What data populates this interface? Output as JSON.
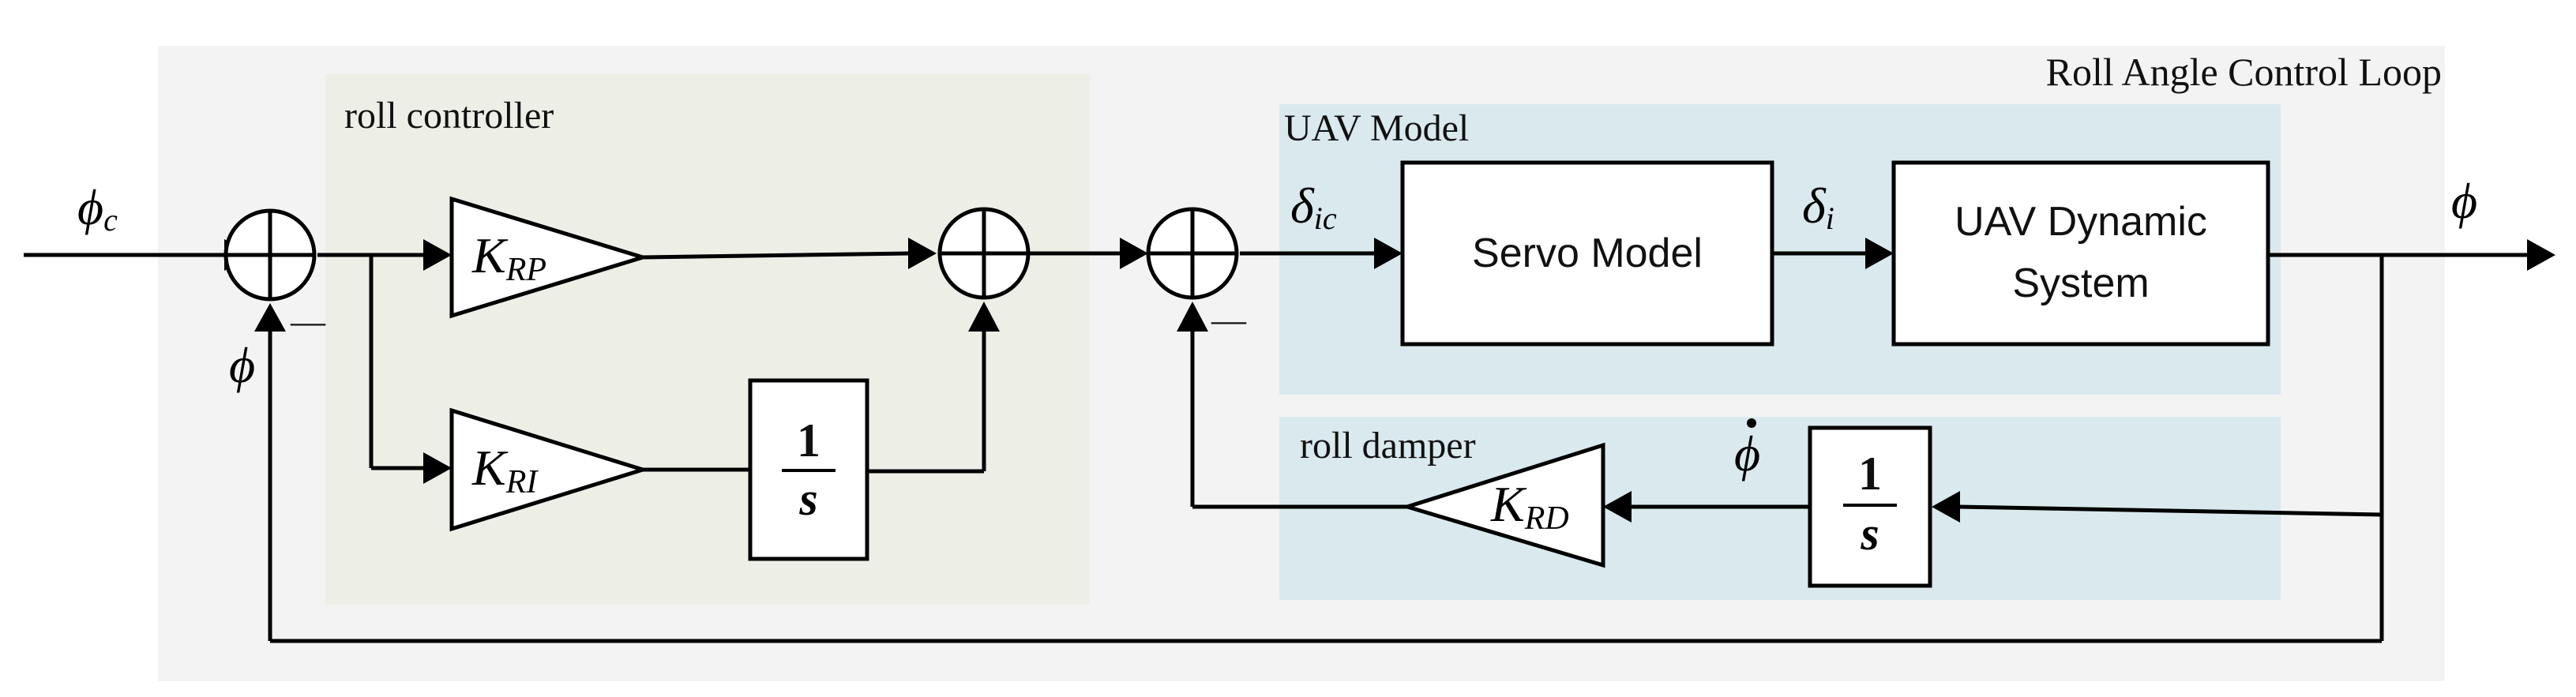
{
  "regions": {
    "outer": "Roll Angle Control Loop",
    "controller": "roll controller",
    "uav_model": "UAV Model",
    "damper": "roll damper"
  },
  "blocks": {
    "servo": "Servo Model",
    "uav_dynamic_line1": "UAV Dynamic",
    "uav_dynamic_line2": "System",
    "integrator_num": "1",
    "integrator_den": "s"
  },
  "gains": {
    "krp_base": "K",
    "krp_sub": "RP",
    "kri_base": "K",
    "kri_sub": "RI",
    "krd_base": "K",
    "krd_sub": "RD"
  },
  "signals": {
    "phi_c_base": "ϕ",
    "phi_c_sub": "c",
    "phi_out": "ϕ",
    "phi_feedback": "ϕ",
    "delta_ic_base": "δ",
    "delta_ic_sub": "ic",
    "delta_i_base": "δ",
    "delta_i_sub": "i",
    "phi_dot": "ϕ",
    "minus_sign": "—"
  },
  "colors": {
    "outer_bg": "#f3f3f3",
    "controller_bg": "#edefe6",
    "uav_bg": "#d9e9ee"
  }
}
